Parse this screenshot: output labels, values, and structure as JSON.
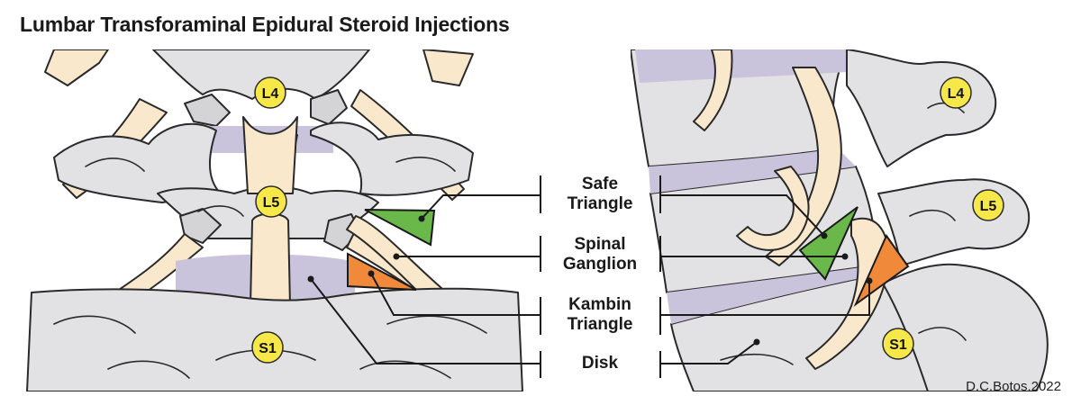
{
  "title": "Lumbar Transforaminal Epidural Steroid Injections",
  "credit": "D.C.Botos.2022",
  "vertebrae": {
    "l4": "L4",
    "l5": "L5",
    "s1": "S1"
  },
  "labels": {
    "safe": [
      "Safe",
      "Triangle"
    ],
    "ganglion": [
      "Spinal",
      "Ganglion"
    ],
    "kambin": [
      "Kambin",
      "Triangle"
    ],
    "disk": "Disk"
  },
  "colors": {
    "bone": "#e2e2e4",
    "nerve": "#fae8cc",
    "disk": "#c9c3dc",
    "safe_triangle": "#6ab84a",
    "kambin_triangle": "#f08a3a",
    "badge": "#f7e84a"
  }
}
